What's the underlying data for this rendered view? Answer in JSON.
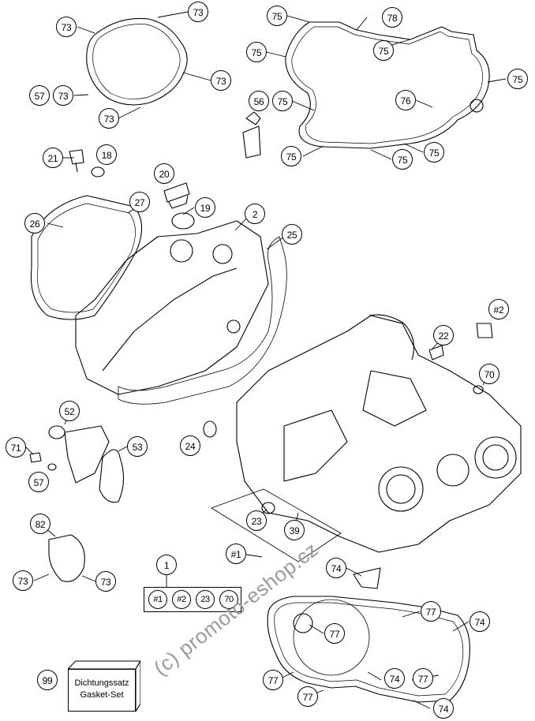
{
  "callouts": [
    {
      "text": "73"
    },
    {
      "text": "73"
    },
    {
      "text": "73"
    },
    {
      "text": "57"
    },
    {
      "text": "73"
    },
    {
      "text": "73"
    },
    {
      "text": "75"
    },
    {
      "text": "78"
    },
    {
      "text": "75"
    },
    {
      "text": "75"
    },
    {
      "text": "75"
    },
    {
      "text": "75"
    },
    {
      "text": "56"
    },
    {
      "text": "75"
    },
    {
      "text": "76"
    },
    {
      "text": "75"
    },
    {
      "text": "75"
    },
    {
      "text": "75"
    },
    {
      "text": "21"
    },
    {
      "text": "18"
    },
    {
      "text": "20"
    },
    {
      "text": "27"
    },
    {
      "text": "19"
    },
    {
      "text": "26"
    },
    {
      "text": "2"
    },
    {
      "text": "25"
    },
    {
      "text": "#2"
    },
    {
      "text": "22"
    },
    {
      "text": "70"
    },
    {
      "text": "52"
    },
    {
      "text": "53"
    },
    {
      "text": "71"
    },
    {
      "text": "24"
    },
    {
      "text": "57"
    },
    {
      "text": "82"
    },
    {
      "text": "73"
    },
    {
      "text": "73"
    },
    {
      "text": "23"
    },
    {
      "text": "39"
    },
    {
      "text": "#1"
    },
    {
      "text": "1"
    },
    {
      "text": "74"
    },
    {
      "text": "77"
    },
    {
      "text": "74"
    },
    {
      "text": "77"
    },
    {
      "text": "99"
    },
    {
      "text": "77"
    },
    {
      "text": "74"
    },
    {
      "text": "77"
    },
    {
      "text": "77"
    },
    {
      "text": "74"
    }
  ],
  "kit_items": [
    "#1",
    "#2",
    "23",
    "70"
  ],
  "gasket_set": {
    "line1": "Dichtungssatz",
    "line2": "Gasket-Set"
  },
  "watermark": "(c) promoto-eshop.cz"
}
